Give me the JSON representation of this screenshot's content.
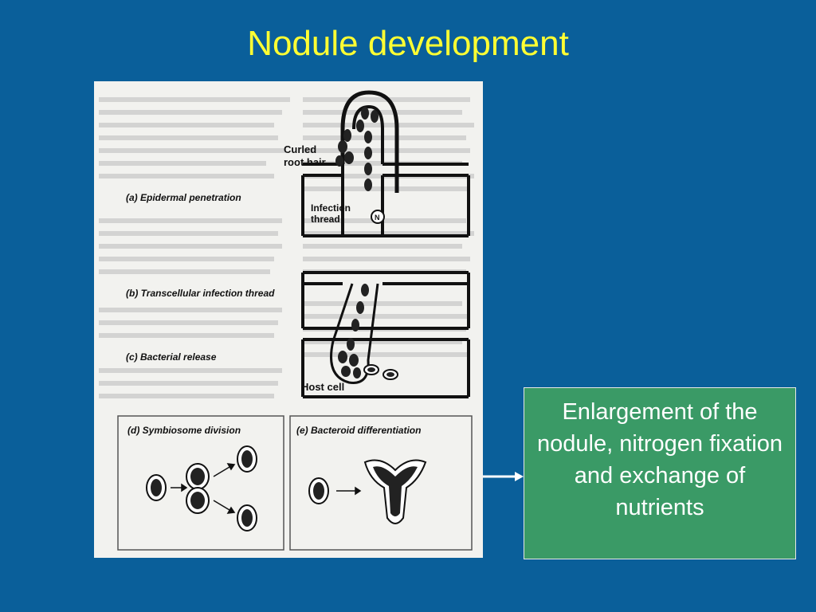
{
  "slide": {
    "title": "Nodule development"
  },
  "figure": {
    "labels": {
      "curled_root_hair": [
        "Curled",
        "root hair"
      ],
      "infection_thread": [
        "Infection",
        "thread"
      ],
      "nodule_marker": "N",
      "host_cell": "Host cell"
    },
    "captions": {
      "a": "(a) Epidermal penetration",
      "b": "(b) Transcellular infection thread",
      "c": "(c) Bacterial release",
      "d": "(d) Symbiosome division",
      "e": "(e) Bacteroid differentiation"
    }
  },
  "callout": {
    "text": "Enlargement of the nodule, nitrogen fixation and exchange of nutrients"
  },
  "colors": {
    "background": "#0a5f9a",
    "title": "#ffff33",
    "callout_fill": "#3a9a66",
    "callout_text": "#ffffff"
  }
}
